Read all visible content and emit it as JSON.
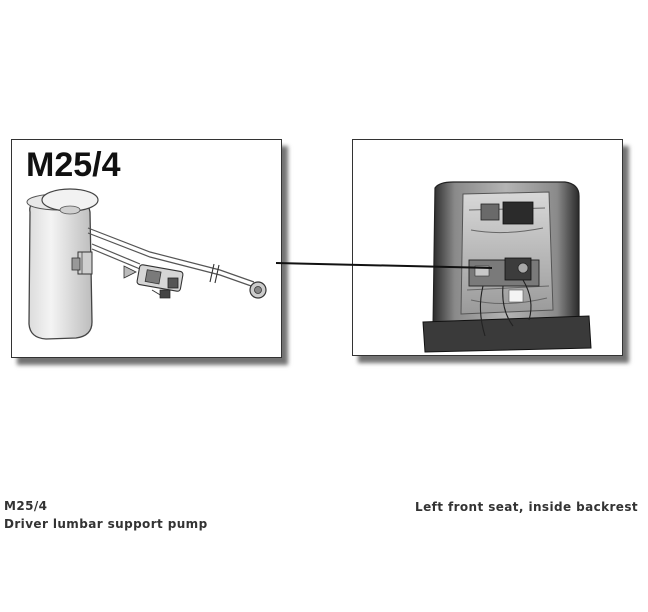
{
  "diagram": {
    "component_code": "M25/4"
  },
  "caption": {
    "code": "M25/4",
    "description": "Driver lumbar support pump",
    "location": "Left front seat, inside backrest"
  },
  "colors": {
    "frame_border": "#333333",
    "line": "#111111",
    "caption_text": "#333333"
  }
}
